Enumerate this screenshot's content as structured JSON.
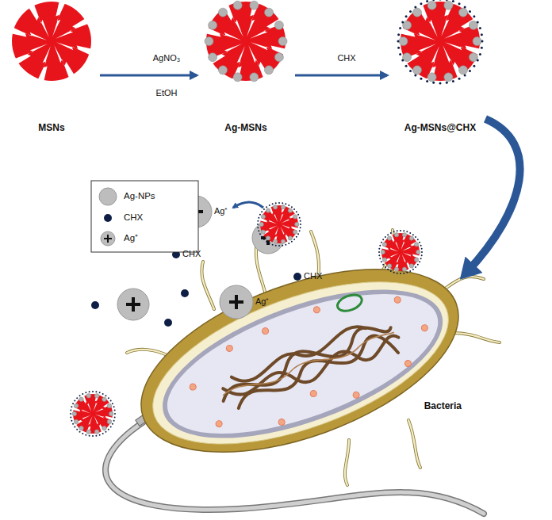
{
  "diagram": {
    "nodes": [
      {
        "text": [
          "MSNs"
        ]
      },
      {
        "text": [
          "Ag-MSNs"
        ]
      },
      {
        "text": [
          "Ag-MSNs@CHX"
        ]
      },
      {
        "text": [
          "Bacteria"
        ]
      }
    ],
    "edges": [
      {
        "from": 0,
        "to": 1,
        "arrow": "to"
      },
      {
        "from": 1,
        "to": 2,
        "arrow": "to"
      },
      {
        "from": 2,
        "to": 3,
        "arrow": "to"
      }
    ],
    "labels": [
      "AgNO₃",
      "EtOH",
      "CHX",
      "CHX",
      "CHX",
      "Ag⁺",
      "Ag⁺"
    ],
    "legend": [
      {
        "text": "Ag-NPs"
      },
      {
        "text": "CHX"
      },
      {
        "text": "Ag⁺"
      }
    ]
  }
}
